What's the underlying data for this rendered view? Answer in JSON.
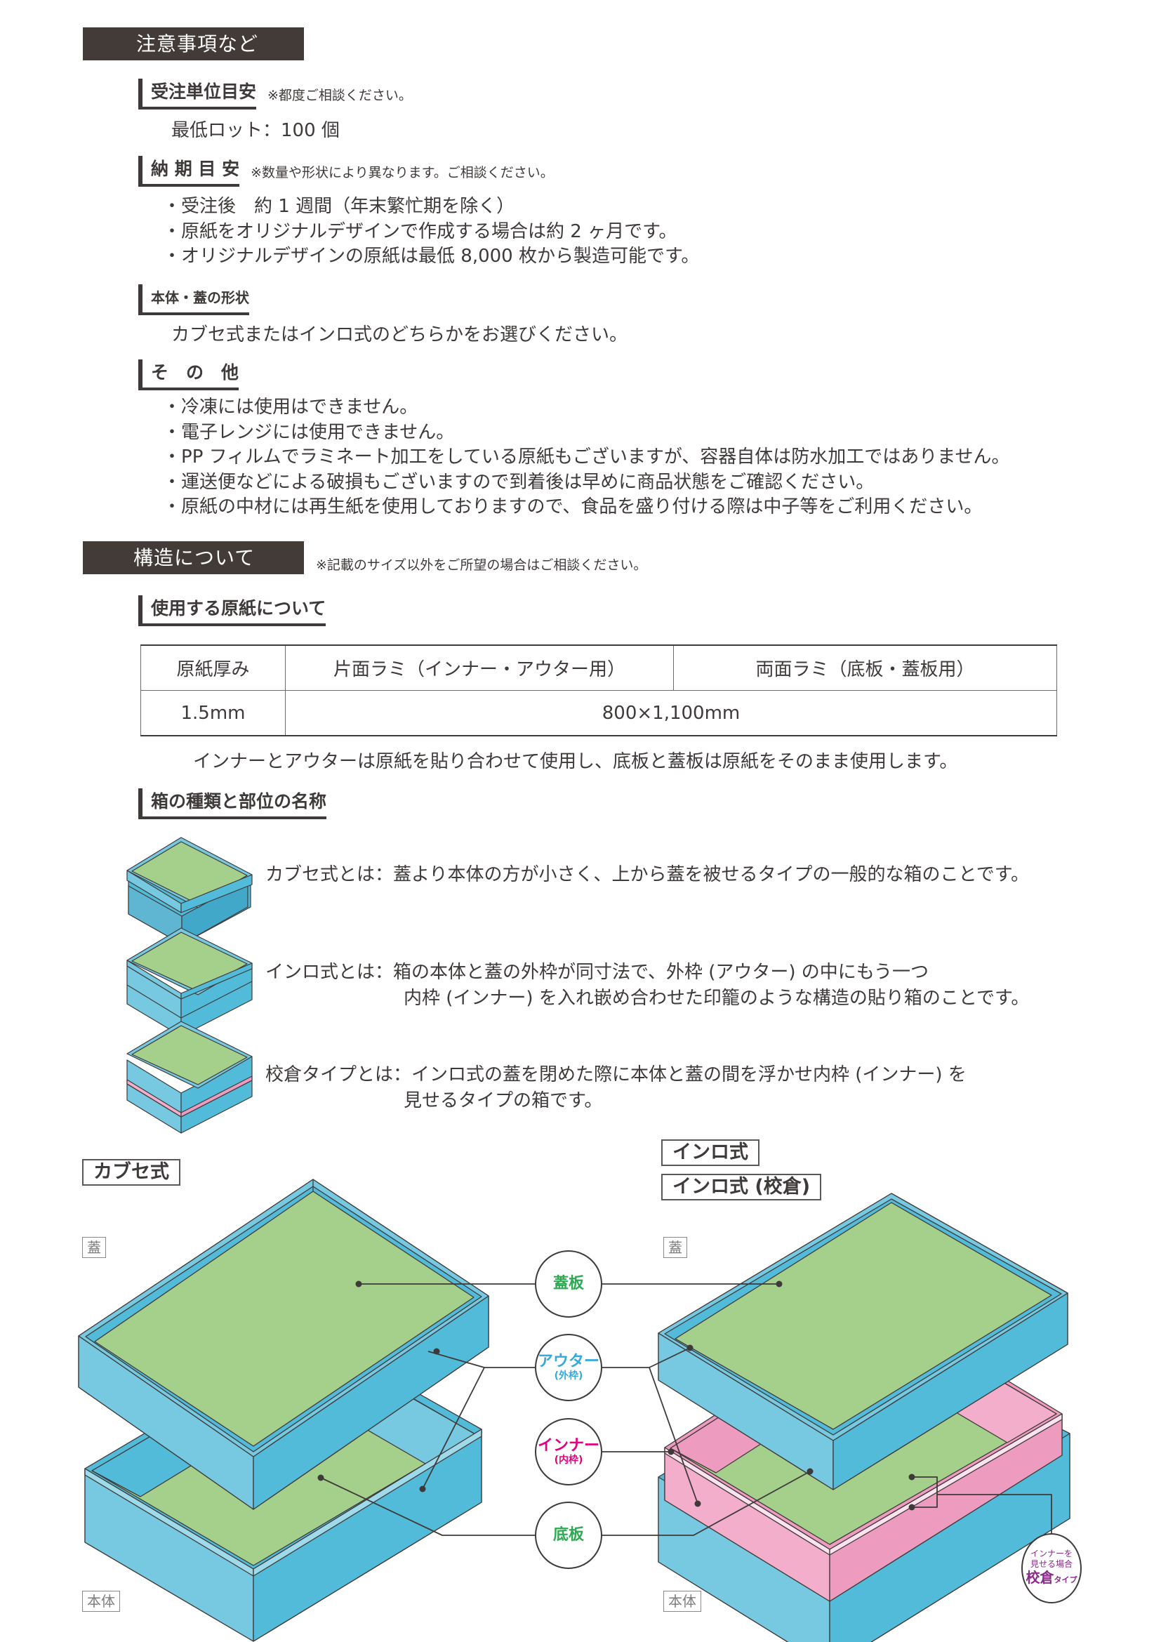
{
  "colors": {
    "section_bar": "#423b38",
    "text": "#3e3a39",
    "board_green": "#a5d08c",
    "outer_light": "#76c9e0",
    "outer_dark": "#52bbd9",
    "inner_light": "#f3aecb",
    "inner_dark": "#ee9bc0",
    "label_green": "#2eaa52",
    "label_blue": "#35a9dc",
    "label_magenta": "#e4007f",
    "badge_purple": "#8b2a8a"
  },
  "notes_section": {
    "title": "注意事項など",
    "order_unit": {
      "heading": "受注単位目安",
      "note": "※都度ご相談ください。",
      "text": "最低ロット：100 個"
    },
    "lead_time": {
      "heading": "納 期 目 安",
      "note": "※数量や形状により異なります。ご相談ください。",
      "items": [
        "受注後　約 1 週間（年末繁忙期を除く）",
        "原紙をオリジナルデザインで作成する場合は約 2 ヶ月です。",
        "オリジナルデザインの原紙は最低 8,000 枚から製造可能です。"
      ]
    },
    "shape": {
      "heading": "本体・蓋の形状",
      "text": "カブセ式またはインロ式のどちらかをお選びください。"
    },
    "other": {
      "heading": "そ　の　他",
      "items": [
        "冷凍には使用はできません。",
        "電子レンジには使用できません。",
        "PP フィルムでラミネート加工をしている原紙もございますが、容器自体は防水加工ではありません。",
        "運送便などによる破損もございますので到着後は早めに商品状態をご確認ください。",
        "原紙の中材には再生紙を使用しておりますので、食品を盛り付ける際は中子等をご利用ください。"
      ]
    }
  },
  "structure_section": {
    "title": "構造について",
    "note": "※記載のサイズ以外をご所望の場合はご相談ください。",
    "paper": {
      "heading": "使用する原紙について",
      "table": {
        "headers": [
          "原紙厚み",
          "片面ラミ（インナー・アウター用）",
          "両面ラミ（底板・蓋板用）"
        ],
        "row": [
          "1.5mm",
          "800×1,100mm"
        ]
      },
      "caption": "インナーとアウターは原紙を貼り合わせて使用し、底板と蓋板は原紙をそのまま使用します。"
    },
    "types": {
      "heading": "箱の種類と部位の名称",
      "items": [
        {
          "label": "カブセ式とは：",
          "lines": [
            "蓋より本体の方が小さく、上から蓋を被せるタイプの一般的な箱のことです。"
          ]
        },
        {
          "label": "インロ式とは：",
          "lines": [
            "箱の本体と蓋の外枠が同寸法で、外枠 (アウター) の中にもう一つ",
            "内枠 (インナー) を入れ嵌め合わせた印籠のような構造の貼り箱のことです。"
          ]
        },
        {
          "label": "校倉タイプとは：",
          "lines": [
            "インロ式の蓋を閉めた際に本体と蓋の間を浮かせ内枠 (インナー) を",
            "見せるタイプの箱です。"
          ]
        }
      ]
    }
  },
  "diagram": {
    "left_label": "カブセ式",
    "right_labels": [
      "インロ式",
      "インロ式 (校倉)"
    ],
    "lid_tag": "蓋",
    "body_tag": "本体",
    "parts": [
      {
        "main": "蓋板",
        "sub": "",
        "color": "#2eaa52"
      },
      {
        "main": "アウター",
        "sub": "(外枠)",
        "color": "#35a9dc"
      },
      {
        "main": "インナー",
        "sub": "(内枠)",
        "color": "#e4007f"
      },
      {
        "main": "底板",
        "sub": "",
        "color": "#2eaa52"
      }
    ],
    "azekura_badge": {
      "line1": "インナーを",
      "line2": "見せる場合",
      "line3": "校倉",
      "line3_small": "タイプ"
    }
  }
}
